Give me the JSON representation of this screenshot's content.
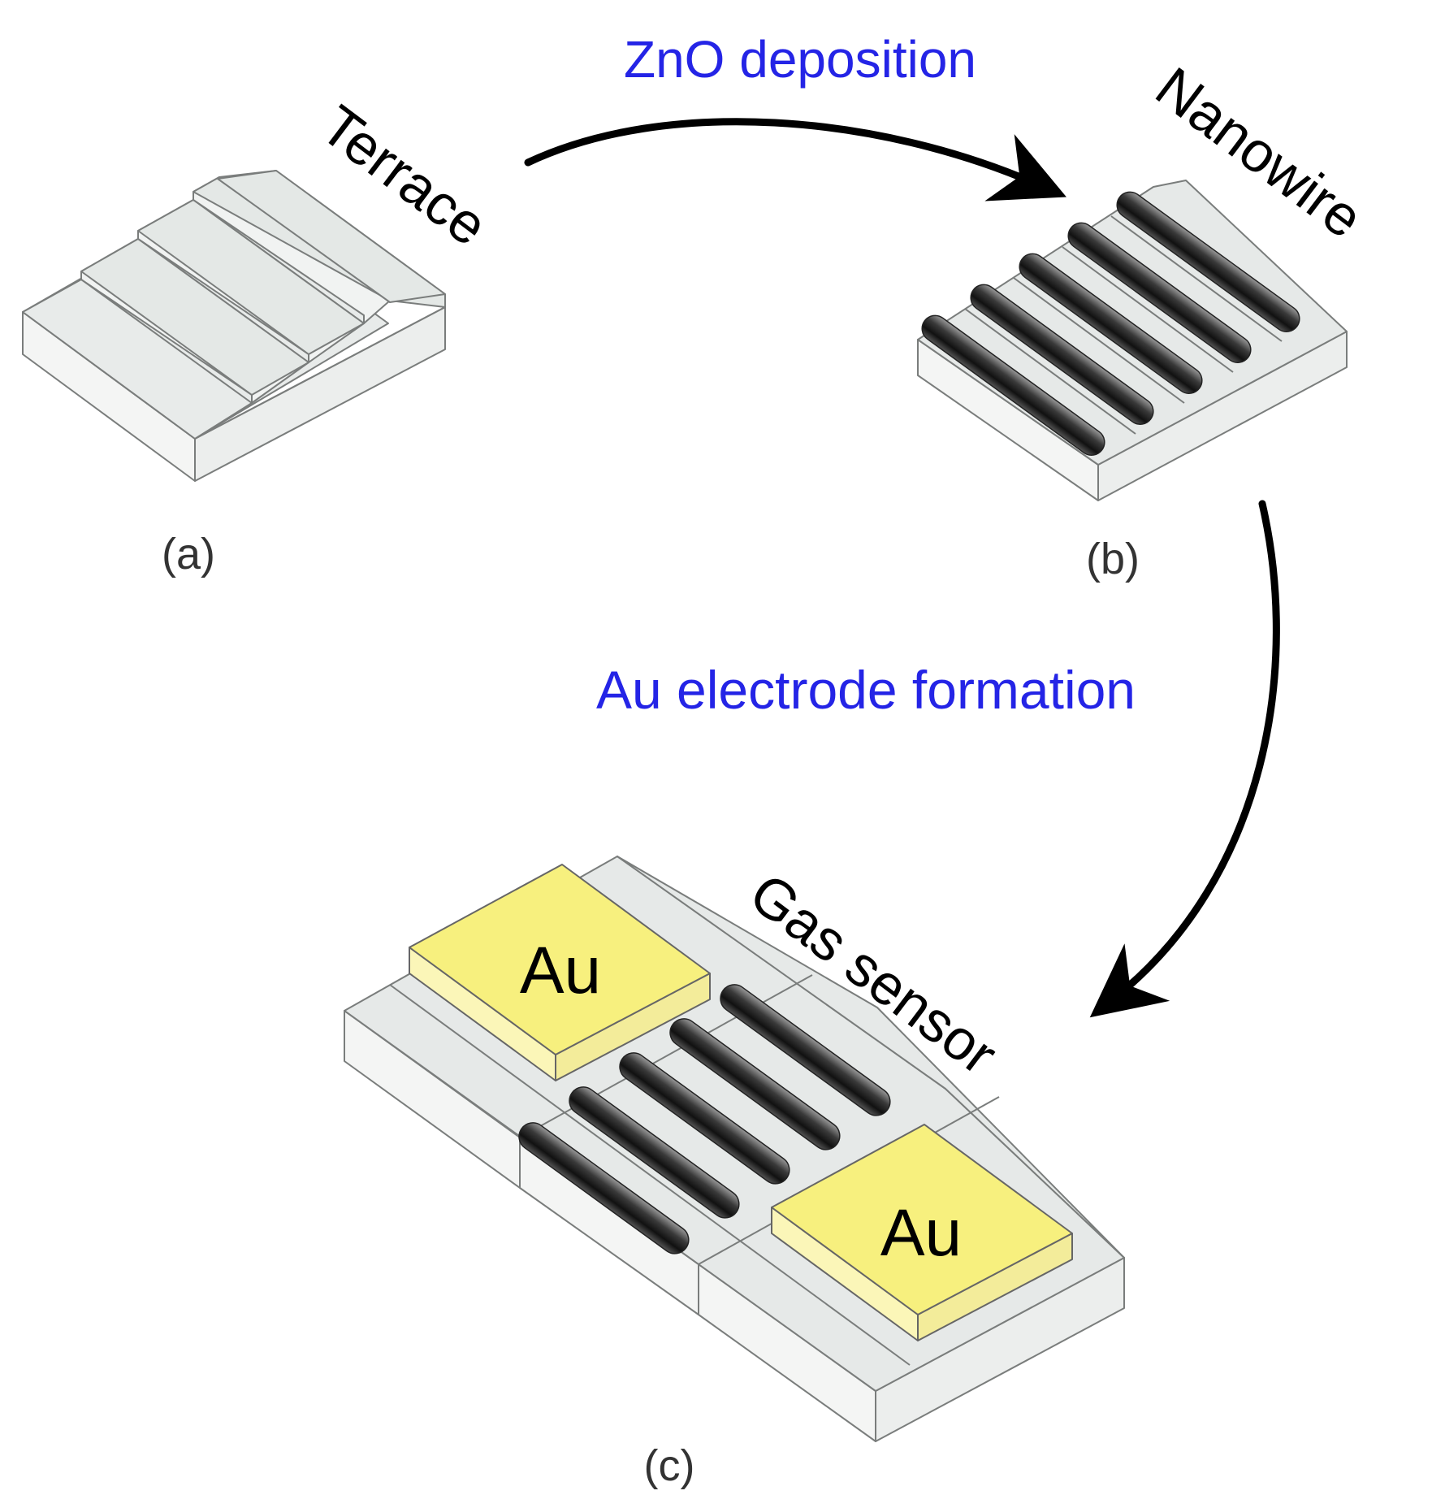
{
  "labels": {
    "terrace": "Terrace",
    "nanowire": "Nanowire",
    "gas_sensor": "Gas sensor",
    "panel_a": "(a)",
    "panel_b": "(b)",
    "panel_c": "(c)",
    "au_left": "Au",
    "au_right": "Au"
  },
  "steps": {
    "zno_deposition": "ZnO deposition",
    "au_electrode_formation": "Au electrode formation"
  },
  "colors": {
    "step_text": "#2424e6",
    "substrate_top": "#e9ecea",
    "substrate_side": "#f4f5f4",
    "edge": "#7a7d7c",
    "nanowire": "#2a2a2a",
    "gold": "#f7f07e",
    "gold_side": "#fbf6b8",
    "arrow": "#000000"
  }
}
